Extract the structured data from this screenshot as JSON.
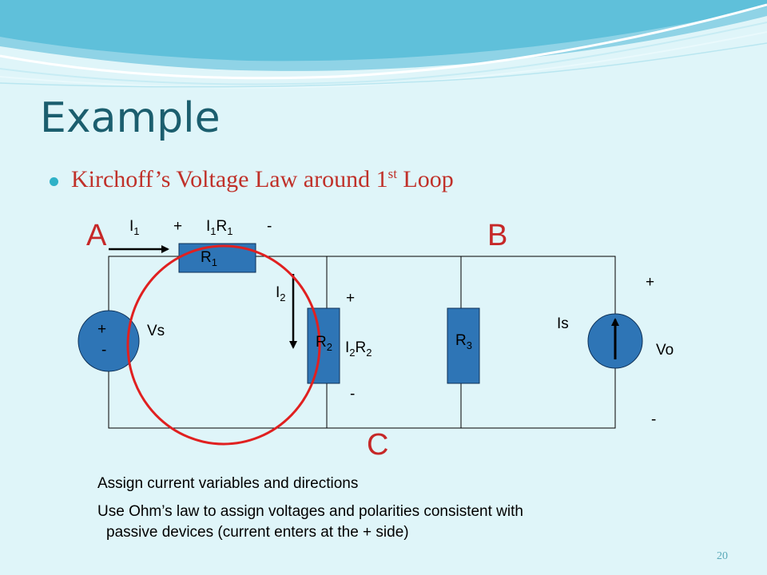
{
  "slide": {
    "title": "Example",
    "bullet": "Kirchoff’s Voltage Law around 1",
    "bullet_sup": "st",
    "bullet_end": " Loop",
    "page_number": "20"
  },
  "nodes": {
    "a": "A",
    "b": "B",
    "c": "C"
  },
  "labels": {
    "i1": "I",
    "i1_sub": "1",
    "plus_r1": "+",
    "i1r1_i": "I",
    "i1r1_sub1": "1",
    "i1r1_r": "R",
    "i1r1_sub2": "1",
    "minus_r1": "-",
    "r1": "R",
    "r1_sub": "1",
    "i2": "I",
    "i2_sub": "2",
    "r2": "R",
    "r2_sub": "2",
    "r3": "R",
    "r3_sub": "3",
    "plus_r2": "+",
    "i2r2_i": "I",
    "i2r2_sub1": "2",
    "i2r2_r": "R",
    "i2r2_sub2": "2",
    "minus_r2": "-",
    "vs": "Vs",
    "vs_plus": "+",
    "vs_minus": "-",
    "is": "Is",
    "vo_plus": "+",
    "vo": "Vo",
    "vo_minus": "-"
  },
  "notes": [
    "Assign current variables and directions",
    "Use Ohm’s law to assign voltages and polarities consistent with",
    "passive devices (current enters at the + side)"
  ],
  "colors": {
    "title": "#1b5e6e",
    "bullet_text": "#c0312a",
    "resistor_fill": "#2e75b6",
    "loop": "#e02020",
    "node_labels": "#c62828"
  }
}
